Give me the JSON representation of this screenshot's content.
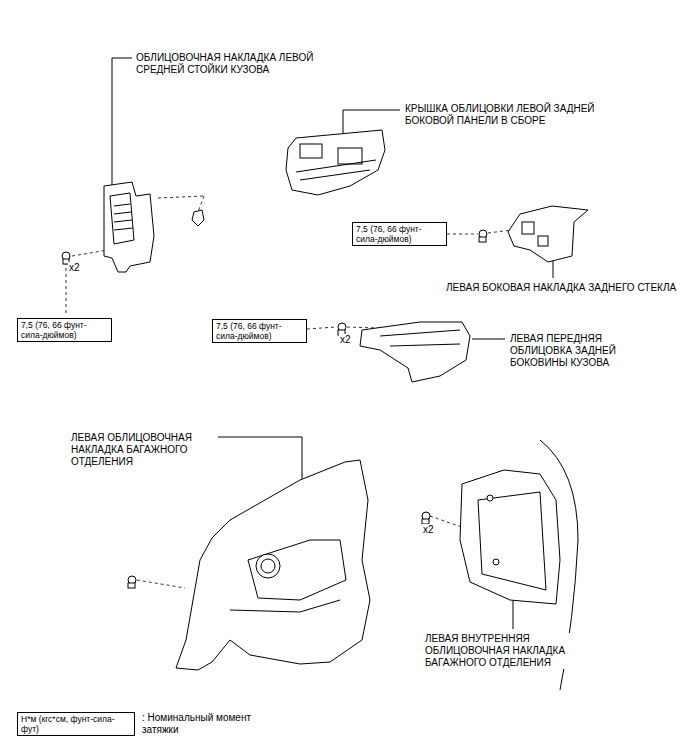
{
  "diagram": {
    "nodes": [
      {
        "text": [
          "7,5 (76, 66 фунт-сила-дюймов)"
        ]
      },
      {
        "text": [
          "7,5 (76, 66 фунт-сила-дюймов)"
        ]
      },
      {
        "text": [
          "7,5 (76, 66 фунт-сила-дюймов)"
        ]
      },
      {
        "text": [
          "Н*м (кгс*см, фунт-сила-фут)"
        ]
      }
    ],
    "labels": [
      "ОБЛИЦОВОЧНАЯ НАКЛАДКА ЛЕВОЙ СРЕДНЕЙ СТОЙКИ КУЗОВА",
      "КРЫШКА ОБЛИЦОВКИ ЛЕВОЙ ЗАДНЕЙ БОКОВОЙ ПАНЕЛИ В СБОРЕ",
      "ЛЕВАЯ БОКОВАЯ НАКЛАДКА ЗАДНЕГО СТЕКЛА",
      "ЛЕВАЯ ПЕРЕДНЯЯ ОБЛИЦОВКА ЗАДНЕЙ БОКОВИНЫ КУЗОВА",
      "ЛЕВАЯ ОБЛИЦОВОЧНАЯ НАКЛАДКА БАГАЖНОГО ОТДЕЛЕНИЯ",
      "ЛЕВАЯ ВНУТРЕННЯЯ ОБЛИЦОВОЧНАЯ НАКЛАДКА БАГАЖНОГО ОТДЕЛЕНИЯ",
      "x2",
      "x2",
      "x2",
      ": Номинальный момент затяжки"
    ]
  }
}
